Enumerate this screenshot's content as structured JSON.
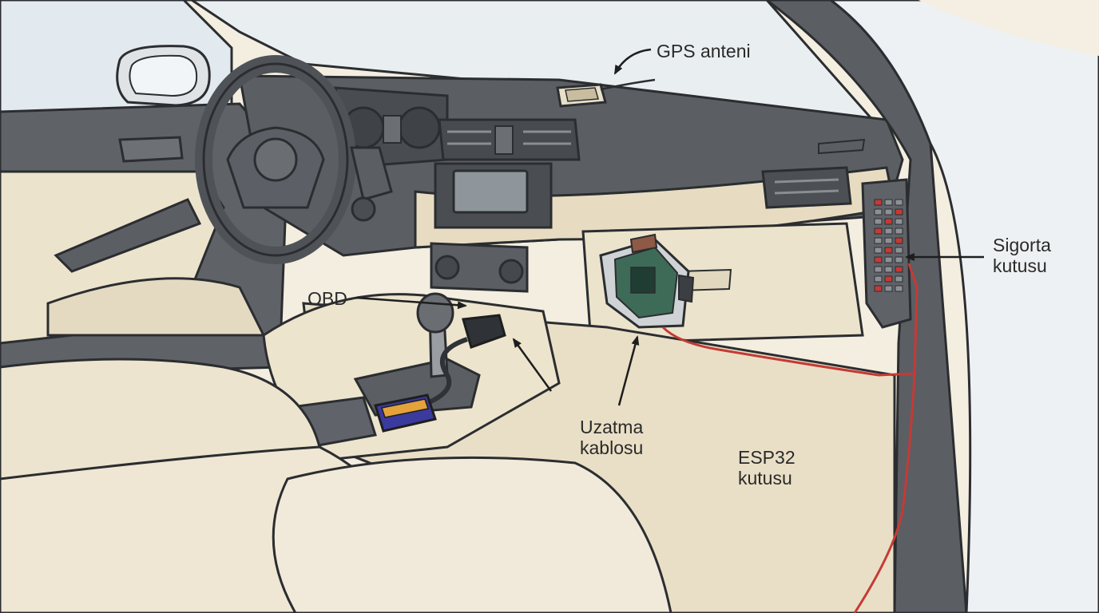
{
  "colors": {
    "cabin_beige": "#efe7d3",
    "dash_gray": "#5b5f64",
    "outline": "#2b2d30",
    "wire_red": "#c53a35",
    "glass": "#e6edf2",
    "pillar_white": "#f2f4f6",
    "obd_blue": "#3b3a9e"
  },
  "labels": {
    "gps_antenna": "GPS anteni",
    "obd": "OBD",
    "fuse_box": [
      "Sigorta",
      "kutusu"
    ],
    "extension_cable": [
      "Uzatma",
      "kablosu"
    ],
    "esp32_box": [
      "ESP32",
      "kutusu"
    ]
  },
  "icons": {
    "gps": "gps-antenna-icon",
    "obd_dongle": "obd-dongle-icon",
    "esp32": "esp32-board-icon",
    "fuse": "fuse-box-icon"
  }
}
